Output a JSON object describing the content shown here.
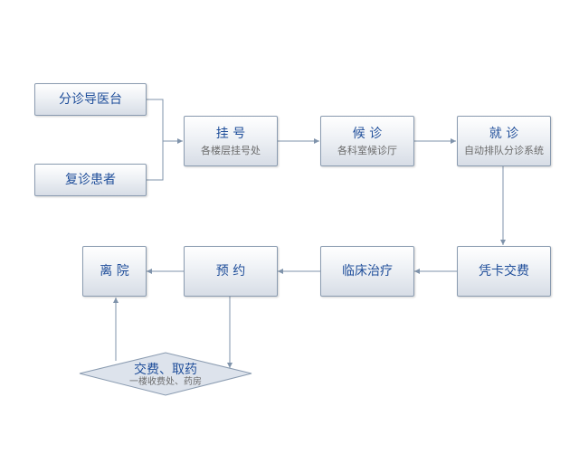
{
  "nodes": {
    "triage": {
      "title": "分诊导医台"
    },
    "revisit": {
      "title": "复诊患者"
    },
    "register": {
      "title": "挂 号",
      "sub": "各楼层挂号处"
    },
    "waiting": {
      "title": "候 诊",
      "sub": "各科室候诊厅"
    },
    "consult": {
      "title": "就 诊",
      "sub": "自动排队分诊系统"
    },
    "card_pay": {
      "title": "凭卡交费"
    },
    "treatment": {
      "title": "临床治疗"
    },
    "appointment": {
      "title": "预 约"
    },
    "leave": {
      "title": "离 院"
    },
    "pay_pharmacy": {
      "title": "交费、取药",
      "sub": "一楼收费处、药房"
    }
  },
  "colors": {
    "box_border": "#8a9bb0",
    "title_text": "#1f4e9a",
    "sub_text": "#6b6b6b",
    "connector": "#7f93ab"
  }
}
